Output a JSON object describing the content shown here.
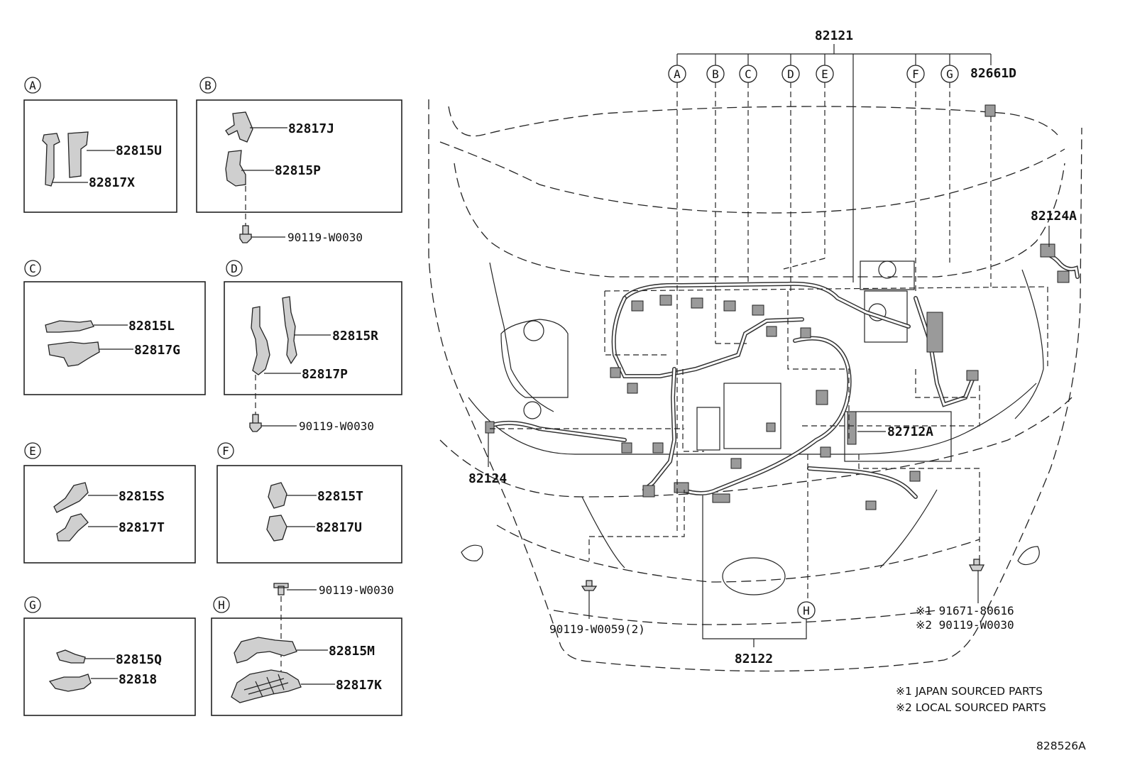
{
  "diagram": {
    "main_part": "82121",
    "top_bracket_refs": [
      "A",
      "B",
      "C",
      "D",
      "E",
      "F",
      "G"
    ],
    "boxes": [
      {
        "ref": "A",
        "parts": [
          "82815U",
          "82817X"
        ]
      },
      {
        "ref": "B",
        "parts": [
          "82817J",
          "82815P"
        ],
        "bolt": "90119-W0030"
      },
      {
        "ref": "C",
        "parts": [
          "82815L",
          "82817G"
        ]
      },
      {
        "ref": "D",
        "parts": [
          "82815R",
          "82817P"
        ],
        "bolt": "90119-W0030"
      },
      {
        "ref": "E",
        "parts": [
          "82815S",
          "82817T"
        ]
      },
      {
        "ref": "F",
        "parts": [
          "82815T",
          "82817U"
        ]
      },
      {
        "ref": "G",
        "parts": [
          "82815Q",
          "82818"
        ]
      },
      {
        "ref": "H",
        "parts": [
          "82815M",
          "82817K"
        ],
        "bolt": "90119-W0030"
      }
    ],
    "callouts": {
      "p82661D": "82661D",
      "p82124A": "82124A",
      "p82124": "82124",
      "p82712A": "82712A",
      "p82122": "82122",
      "h_ref": "H",
      "bolt_left": "90119-W0059(2)",
      "bolt_right_1": "※1 91671-80616",
      "bolt_right_2": "※2 90119-W0030"
    },
    "notes": [
      "※1 JAPAN SOURCED PARTS",
      "※2 LOCAL SOURCED PARTS"
    ],
    "figure_id": "828526A"
  }
}
